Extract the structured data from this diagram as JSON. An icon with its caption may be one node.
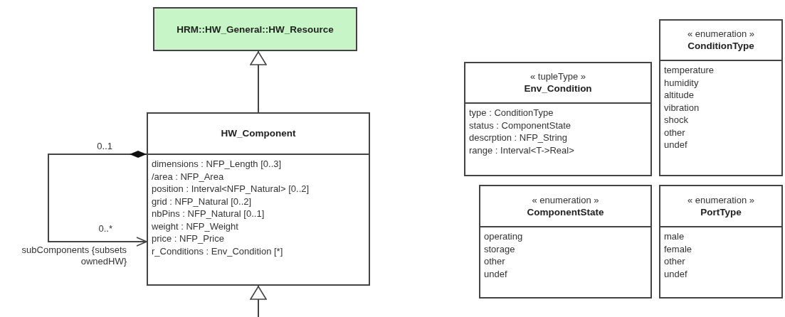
{
  "diagram": {
    "nodes": [
      {
        "text": [
          "HRM::HW_General::HW_Resource"
        ]
      },
      {
        "text": [
          "HW_Component",
          "dimensions : NFP_Length [0..3]",
          "/area : NFP_Area",
          "position : Interval<NFP_Natural> [0..2]",
          "grid : NFP_Natural [0..2]",
          "nbPins : NFP_Natural [0..1]",
          "weight : NFP_Weight",
          "price : NFP_Price",
          "r_Conditions : Env_Condition [*]"
        ]
      },
      {
        "text": [
          "« enumeration »",
          "ConditionType",
          "temperature",
          "humidity",
          "altitude",
          "vibration",
          "shock",
          "other",
          "undef"
        ]
      },
      {
        "text": [
          "« tupleType »",
          "Env_Condition",
          "type : ConditionType",
          "status : ComponentState",
          "descrption : NFP_String",
          "range : Interval<T->Real>"
        ]
      },
      {
        "text": [
          "« enumeration »",
          "ComponentState",
          "operating",
          "storage",
          "other",
          "undef"
        ]
      },
      {
        "text": [
          "« enumeration »",
          "PortType",
          "male",
          "female",
          "other",
          "undef"
        ]
      }
    ],
    "edges": [
      {
        "from": 1,
        "to": 0,
        "arrow": "to"
      },
      {
        "from": 1,
        "to": 1,
        "arrow": "to",
        "label": "subComponents {subsets ownedHW}"
      },
      {
        "from": null,
        "to": 1,
        "arrow": "to"
      }
    ],
    "labels": [
      "0..1",
      "0..*"
    ]
  }
}
